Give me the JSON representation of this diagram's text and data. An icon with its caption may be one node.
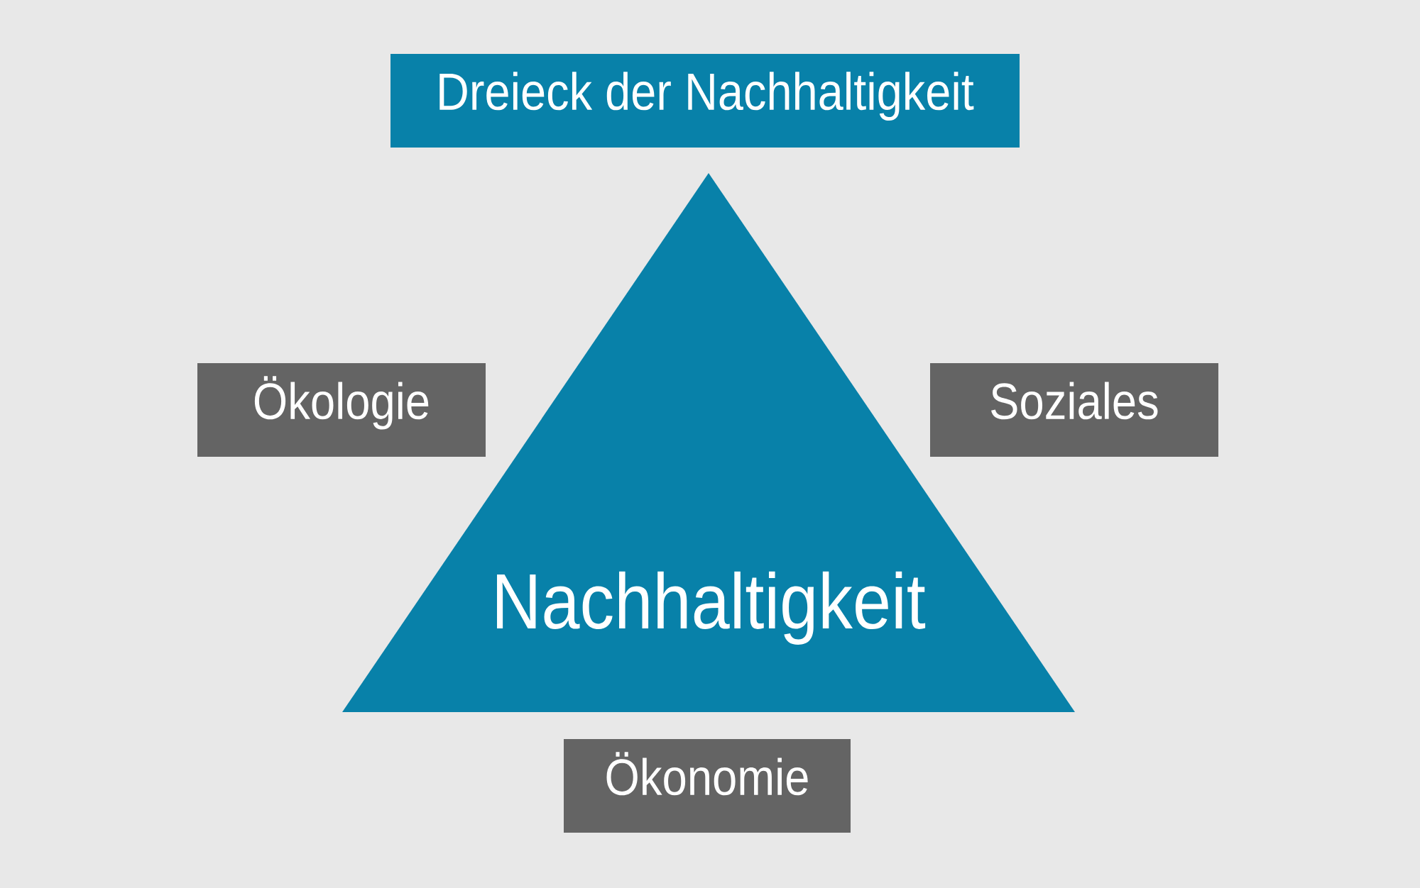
{
  "diagram": {
    "nodes": [
      {
        "text": [
          "Dreieck der Nachhaltigkeit"
        ]
      },
      {
        "text": [
          "Ökologie"
        ]
      },
      {
        "text": [
          "Soziales"
        ]
      },
      {
        "text": [
          "Nachhaltigkeit"
        ]
      },
      {
        "text": [
          "Ökonomie"
        ]
      }
    ]
  }
}
